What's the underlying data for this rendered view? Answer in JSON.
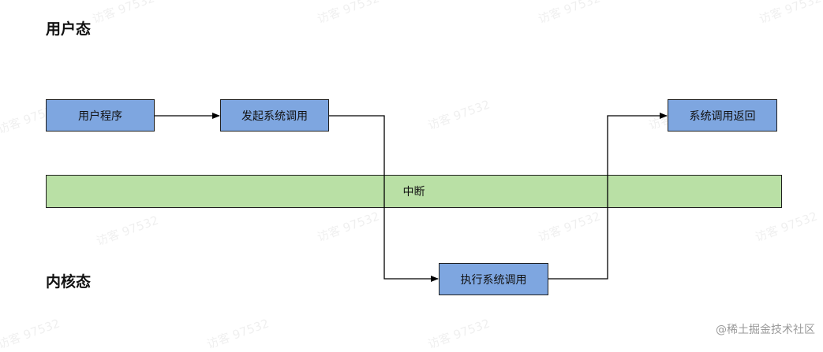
{
  "zones": {
    "user": "用户态",
    "kernel": "内核态"
  },
  "nodes": {
    "user_program": "用户程序",
    "invoke_syscall": "发起系统调用",
    "exec_syscall": "执行系统调用",
    "syscall_return": "系统调用返回"
  },
  "interrupt_band": "中断",
  "watermark_text": "访客 97532",
  "footer": "@稀土掘金技术社区",
  "colors": {
    "node_fill": "#7ea6e0",
    "band_fill": "#b9e0a5"
  }
}
